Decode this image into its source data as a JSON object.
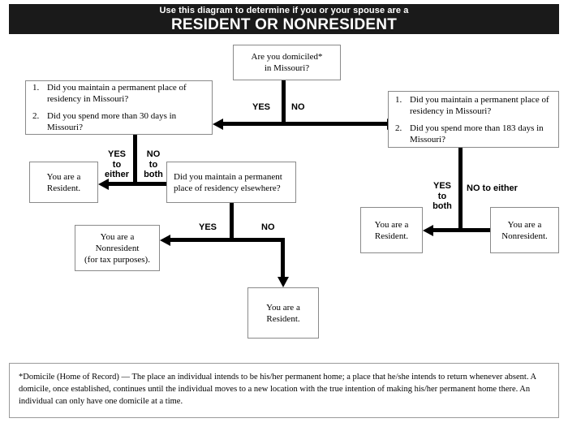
{
  "header": {
    "line1": "Use this diagram to determine if you or your spouse are a",
    "line2": "RESIDENT OR NONRESIDENT",
    "background": "#1a1a1a",
    "text_color": "#ffffff"
  },
  "nodes": {
    "start": {
      "line1": "Are you domiciled*",
      "line2": "in Missouri?"
    },
    "left_questions": {
      "item1_num": "1.",
      "item1_text": "Did you maintain a permanent place of residency in Missouri?",
      "item2_num": "2.",
      "item2_text": "Did you spend more than 30 days in Missouri?"
    },
    "right_questions": {
      "item1_num": "1.",
      "item1_text": "Did you maintain a permanent place of residency in Missouri?",
      "item2_num": "2.",
      "item2_text": "Did you spend more than 183 days in Missouri?"
    },
    "resident_left": {
      "line1": "You are a",
      "line2": "Resident."
    },
    "elsewhere_question": {
      "line1": "Did you maintain a permanent",
      "line2": "place of residency elsewhere?"
    },
    "nonresident_tax": {
      "line1": "You are a",
      "line2": "Nonresident",
      "line3": "(for tax purposes)."
    },
    "resident_bottom": {
      "line1": "You are a",
      "line2": "Resident."
    },
    "resident_right": {
      "line1": "You are a",
      "line2": "Resident."
    },
    "nonresident_right": {
      "line1": "You are a",
      "line2": "Nonresident."
    }
  },
  "labels": {
    "top_yes": "YES",
    "top_no": "NO",
    "mid_yes_1": "YES",
    "mid_yes_2": "to",
    "mid_yes_3": "either",
    "mid_no_1": "NO",
    "mid_no_2": "to",
    "mid_no_3": "both",
    "lower_yes": "YES",
    "lower_no": "NO",
    "right_yes_1": "YES",
    "right_yes_2": "to",
    "right_yes_3": "both",
    "right_no": "NO to either"
  },
  "footnote": {
    "text": "*Domicile (Home of Record) — The place an individual intends to be his/her permanent home; a place that he/she intends to return whenever absent.  A domicile, once established, continues until the individual moves to a new location with the true intention of making his/her permanent home there.  An individual can only have one domicile at a time."
  }
}
